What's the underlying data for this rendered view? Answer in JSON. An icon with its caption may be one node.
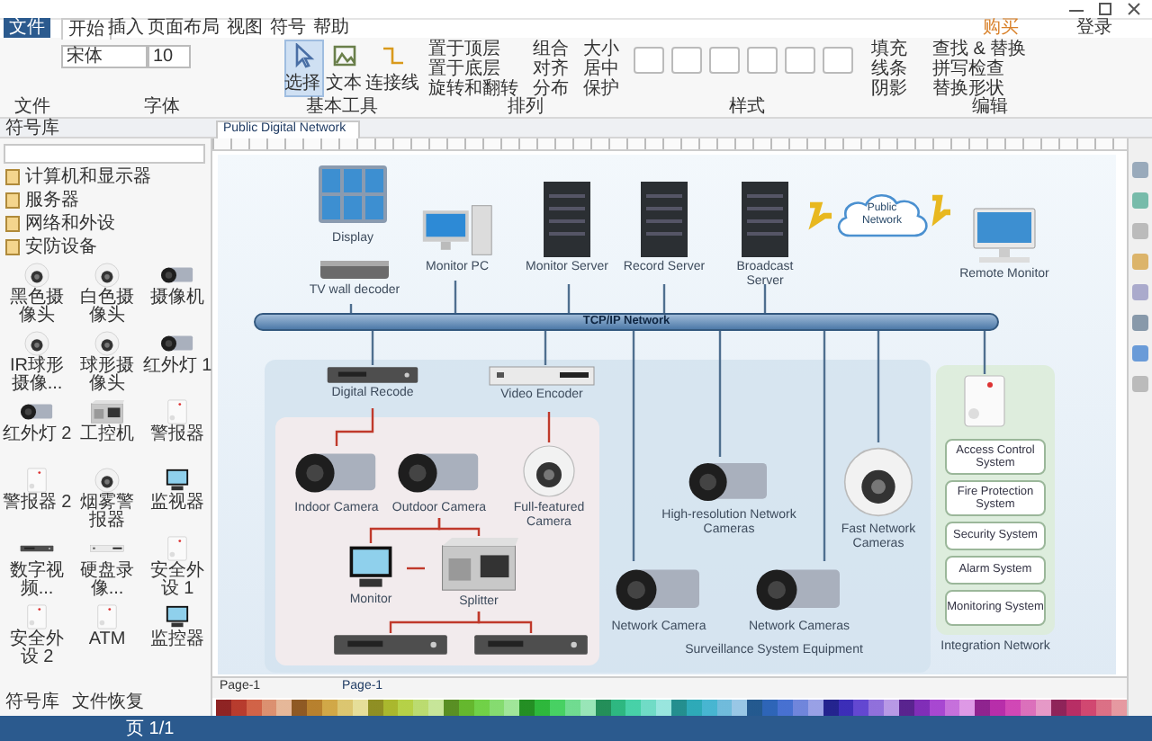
{
  "diagram": {
    "nodes": [
      {
        "text": [
          "TCP/IP Network"
        ]
      },
      {
        "text": [
          "Display"
        ]
      },
      {
        "text": [
          "TV wall decoder"
        ]
      },
      {
        "text": [
          "Monitor PC"
        ]
      },
      {
        "text": [
          "Monitor Server"
        ]
      },
      {
        "text": [
          "Record Server"
        ]
      },
      {
        "text": [
          "Broadcast Server"
        ]
      },
      {
        "text": [
          "Public Network"
        ]
      },
      {
        "text": [
          "Remote Monitor"
        ]
      },
      {
        "text": [
          "Surveillance System Equipment"
        ]
      },
      {
        "text": [],
        "shape": "box",
        "in": 9
      },
      {
        "text": [
          "Digital Recode"
        ],
        "in": 9
      },
      {
        "text": [
          "Video Encoder"
        ],
        "in": 9
      },
      {
        "text": [
          "Indoor Camera"
        ],
        "in": 10
      },
      {
        "text": [
          "Outdoor Camera"
        ],
        "in": 10
      },
      {
        "text": [
          "Full-featured Camera"
        ],
        "in": 10
      },
      {
        "text": [
          "Monitor"
        ],
        "in": 10
      },
      {
        "text": [
          "Splitter"
        ],
        "in": 10
      },
      {
        "text": [],
        "shape": "picture",
        "in": 10
      },
      {
        "text": [],
        "shape": "picture",
        "in": 10
      },
      {
        "text": [
          "High-resolution Network Cameras"
        ],
        "in": 9
      },
      {
        "text": [
          "Fast Network Cameras"
        ],
        "in": 9
      },
      {
        "text": [
          "Network Camera"
        ],
        "in": 9
      },
      {
        "text": [
          "Network Cameras"
        ],
        "in": 9
      },
      {
        "text": [
          "Integration Network"
        ]
      },
      {
        "text": [],
        "shape": "picture",
        "in": 24
      },
      {
        "text": [
          "Access Control System"
        ],
        "in": 24
      },
      {
        "text": [
          "Fire Protection System"
        ],
        "in": 24
      },
      {
        "text": [
          "Security System"
        ],
        "in": 24
      },
      {
        "text": [
          "Alarm System"
        ],
        "in": 24
      },
      {
        "text": [
          "Monitoring System"
        ],
        "in": 24
      }
    ],
    "edges": [
      {
        "from": 0,
        "to": 2,
        "arrow": "none"
      },
      {
        "from": 0,
        "to": 3,
        "arrow": "none"
      },
      {
        "from": 0,
        "to": 4,
        "arrow": "none"
      },
      {
        "from": 0,
        "to": 5,
        "arrow": "none"
      },
      {
        "from": 0,
        "to": 6,
        "arrow": "none"
      },
      {
        "from": 0,
        "to": 11,
        "arrow": "none"
      },
      {
        "from": 0,
        "to": 12,
        "arrow": "none"
      },
      {
        "from": 0,
        "to": 22,
        "arrow": "none"
      },
      {
        "from": 0,
        "to": 20,
        "arrow": "none"
      },
      {
        "from": 0,
        "to": 23,
        "arrow": "none"
      },
      {
        "from": 0,
        "to": 21,
        "arrow": "none"
      },
      {
        "from": 0,
        "to": 25,
        "arrow": "none"
      },
      {
        "from": 6,
        "to": 7,
        "arrow": "none",
        "style": "thick",
        "color": "#e8b820"
      },
      {
        "from": 7,
        "to": 8,
        "arrow": "none",
        "style": "thick",
        "color": "#e8b820"
      },
      {
        "from": 11,
        "to": 13,
        "arrow": "none",
        "color": "#c0392b"
      },
      {
        "from": 12,
        "to": 15,
        "arrow": "none",
        "color": "#c0392b"
      },
      {
        "from": 14,
        "to": 16,
        "arrow": "none",
        "color": "#c0392b"
      },
      {
        "from": 14,
        "to": 17,
        "arrow": "none",
        "color": "#c0392b"
      },
      {
        "from": 16,
        "to": 17,
        "arrow": "none",
        "color": "#c0392b"
      },
      {
        "from": 17,
        "to": 18,
        "arrow": "none",
        "color": "#c0392b"
      },
      {
        "from": 17,
        "to": 19,
        "arrow": "none",
        "color": "#c0392b"
      }
    ],
    "labels": [
      "文件",
      "开始",
      "插入",
      "页面布局",
      "视图",
      "符号",
      "帮助",
      "购买",
      "登录",
      "宋体",
      "10",
      "选择",
      "文本",
      "连接线",
      "置于顶层",
      "置于底层",
      "旋转和翻转",
      "组合",
      "对齐",
      "分布",
      "大小",
      "居中",
      "保护",
      "填充",
      "线条",
      "阴影",
      "查找 & 替换",
      "拼写检查",
      "替换形状",
      "文件",
      "字体",
      "基本工具",
      "排列",
      "样式",
      "编辑",
      "符号库",
      "Public Digital Network",
      "计算机和显示器",
      "服务器",
      "网络和外设",
      "安防设备",
      "黑色摄像头",
      "白色摄像头",
      "摄像机",
      "IR球形摄像...",
      "球形摄像头",
      "红外灯 1",
      "红外灯 2",
      "工控机",
      "警报器",
      "警报器 2",
      "烟雾警报器",
      "监视器",
      "数字视频...",
      "硬盘录像...",
      "安全外设 1",
      "安全外设 2",
      "ATM",
      "监控器",
      "符号库",
      "文件恢复",
      "页 1/1",
      "Page-1",
      "Page-1"
    ]
  }
}
